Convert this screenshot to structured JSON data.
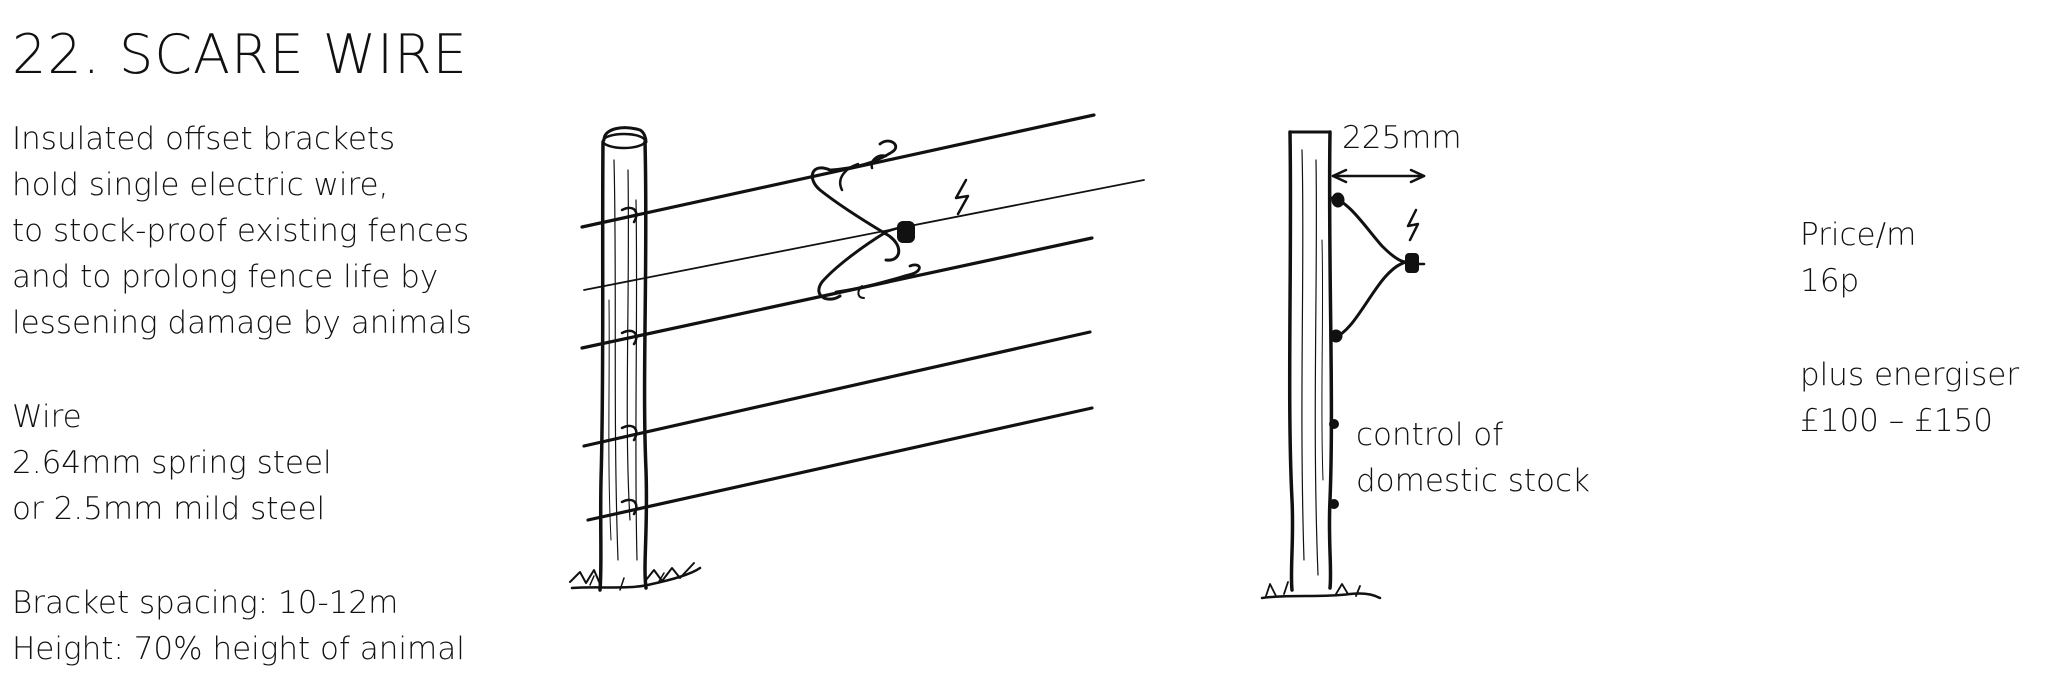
{
  "title": "22. SCARE WIRE",
  "intro_lines": [
    "Insulated offset brackets",
    "hold single electric wire,",
    "to stock-proof existing fences",
    "and to prolong fence life by",
    "lessening damage by animals"
  ],
  "wire_lines": [
    "Wire",
    "2.64mm spring steel",
    "or 2.5mm mild steel"
  ],
  "spacing_lines": [
    "Bracket spacing: 10-12m",
    "Height: 70% height of animal"
  ],
  "dimension_label": "225mm",
  "control_lines": [
    "control of",
    "domestic stock"
  ],
  "price_lines": [
    "Price/m",
    "16p"
  ],
  "energiser_lines": [
    "plus energiser",
    "£100 – £150"
  ],
  "colors": {
    "ink": "#111111",
    "background": "#ffffff"
  }
}
